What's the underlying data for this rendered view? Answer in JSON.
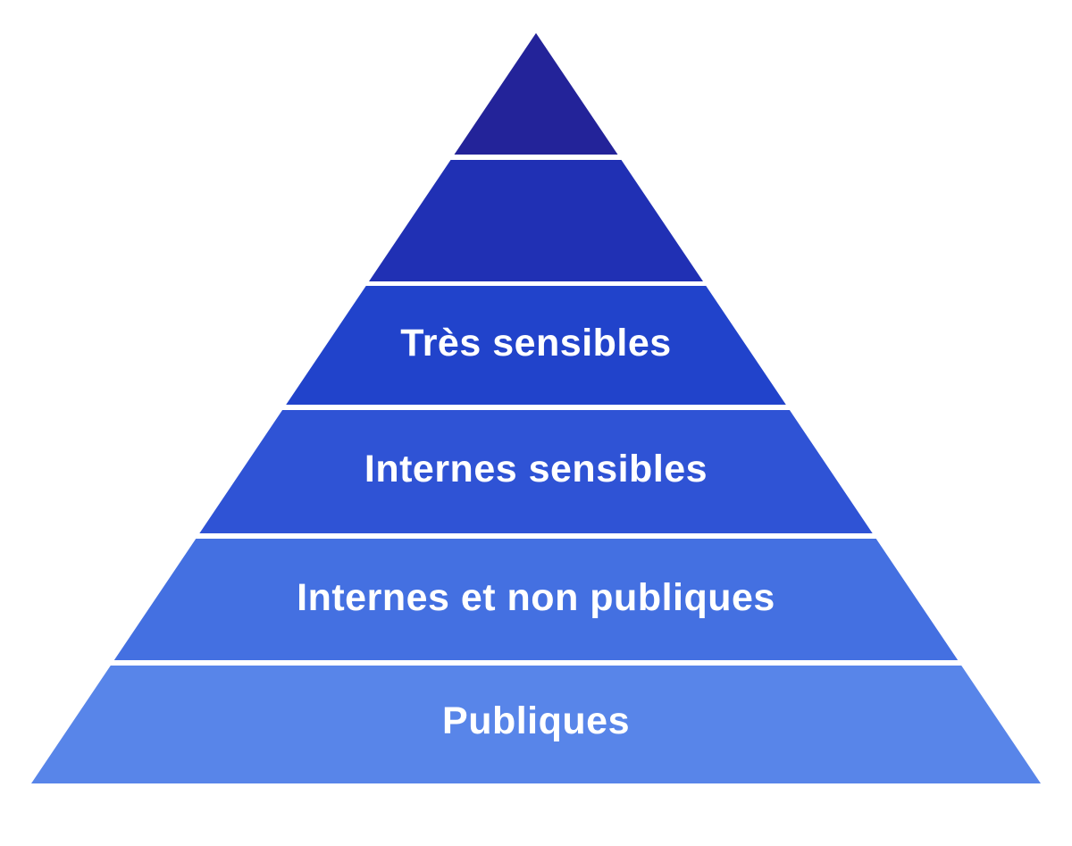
{
  "diagram": {
    "type": "pyramid",
    "background_color": "#ffffff",
    "separator_color": "#ffffff",
    "label_text_color": "#ffffff",
    "levels": [
      {
        "label": "",
        "color": "#232399"
      },
      {
        "label": "",
        "color": "#2030b4"
      },
      {
        "label": "Très sensibles",
        "color": "#2143cb"
      },
      {
        "label": "Internes sensibles",
        "color": "#2f53d5"
      },
      {
        "label": "Internes et non publiques",
        "color": "#4470e1"
      },
      {
        "label": "Publiques",
        "color": "#5885e9"
      }
    ]
  }
}
